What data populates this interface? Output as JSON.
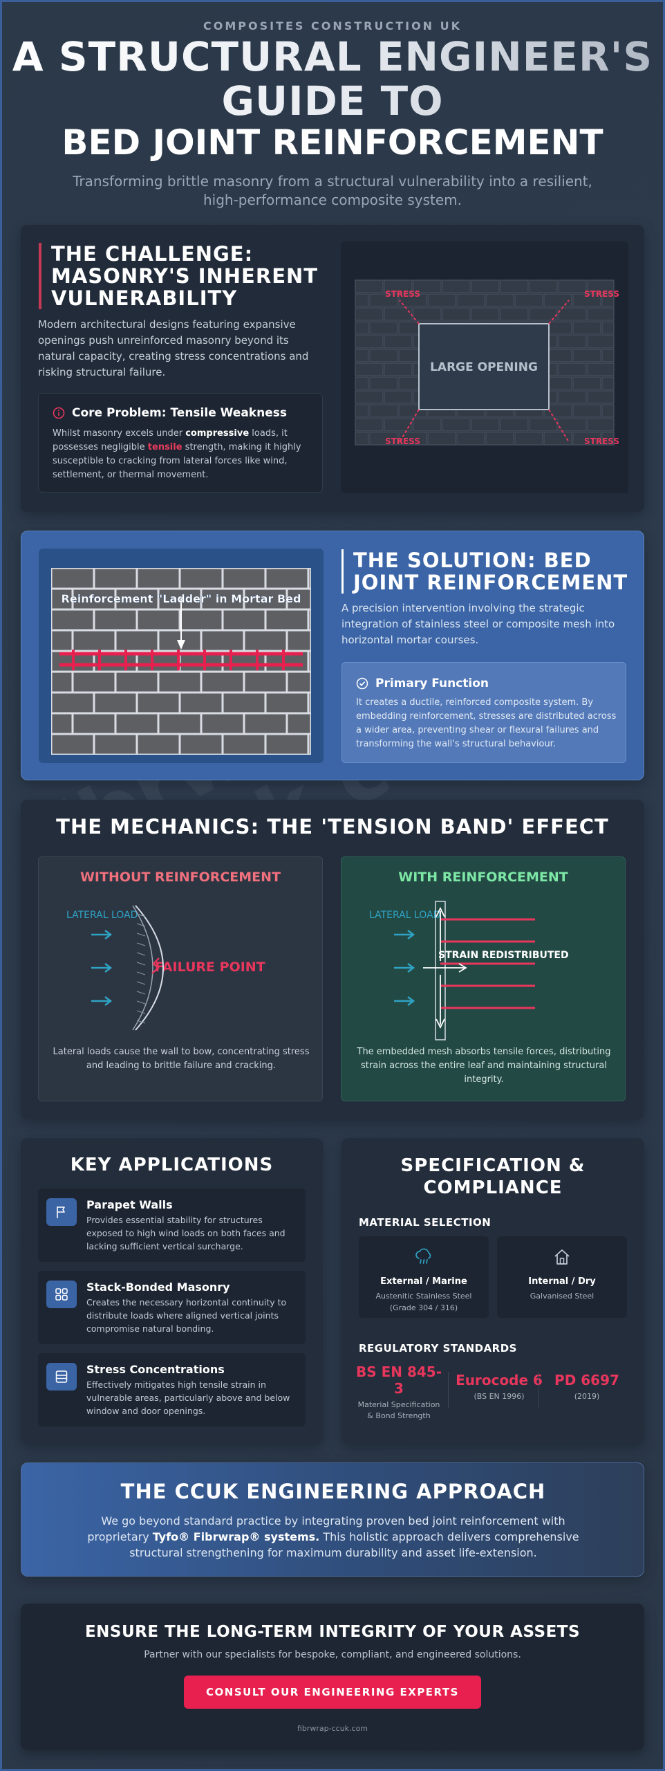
{
  "header": {
    "eyebrow": "COMPOSITES CONSTRUCTION UK",
    "title_line1": "A STRUCTURAL ENGINEER'S",
    "title_line2": "GUIDE TO",
    "title_line3": "BED JOINT REINFORCEMENT",
    "subtitle": "Transforming brittle masonry from a structural vulnerability into a resilient, high-performance composite system."
  },
  "watermark": {
    "line1": "fibrwrap-",
    "line2": "ccuk.com"
  },
  "challenge": {
    "title": "THE CHALLENGE: MASONRY'S INHERENT VULNERABILITY",
    "body": "Modern architectural designs featuring expansive openings push unreinforced masonry beyond its natural capacity, creating stress concentrations and risking structural failure.",
    "box_title": "Core Problem: Tensile Weakness",
    "box_text_1": "Whilst masonry excels under ",
    "box_bold": "compressive",
    "box_text_2": " loads, it possesses negligible ",
    "box_red": "tensile",
    "box_text_3": " strength, making it highly susceptible to cracking from lateral forces like wind, settlement, or thermal movement.",
    "visual": {
      "opening_label": "LARGE OPENING",
      "stress_label": "STRESS"
    }
  },
  "solution": {
    "title": "THE SOLUTION: BED JOINT REINFORCEMENT",
    "body": "A precision intervention involving the strategic integration of stainless steel or composite mesh into horizontal mortar courses.",
    "box_title": "Primary Function",
    "box_body": "It creates a ductile, reinforced composite system. By embedding reinforcement, stresses are distributed across a wider area, preventing shear or flexural failures and transforming the wall's structural behaviour.",
    "visual_label": "Reinforcement \"Ladder\" in Mortar Bed"
  },
  "mechanics": {
    "title": "THE MECHANICS: THE 'TENSION BAND' EFFECT",
    "without": {
      "heading": "WITHOUT REINFORCEMENT",
      "load_label": "LATERAL LOAD",
      "failure_label": "FAILURE POINT",
      "caption": "Lateral loads cause the wall to bow, concentrating stress and leading to brittle failure and cracking."
    },
    "with": {
      "heading": "WITH REINFORCEMENT",
      "load_label": "LATERAL LOAD",
      "strain_label": "STRAIN REDISTRIBUTED",
      "caption": "The embedded mesh absorbs tensile forces, distributing strain across the entire leaf and maintaining structural integrity."
    }
  },
  "applications": {
    "title": "KEY APPLICATIONS",
    "items": [
      {
        "name": "Parapet Walls",
        "desc": "Provides essential stability for structures exposed to high wind loads on both faces and lacking sufficient vertical surcharge.",
        "icon": "flag-icon"
      },
      {
        "name": "Stack-Bonded Masonry",
        "desc": "Creates the necessary horizontal continuity to distribute loads where aligned vertical joints compromise natural bonding.",
        "icon": "grid-icon"
      },
      {
        "name": "Stress Concentrations",
        "desc": "Effectively mitigates high tensile strain in vulnerable areas, particularly above and below window and door openings.",
        "icon": "panel-icon"
      }
    ]
  },
  "specification": {
    "title": "SPECIFICATION & COMPLIANCE",
    "material_heading": "MATERIAL SELECTION",
    "materials": [
      {
        "name": "External / Marine",
        "desc_line1": "Austenitic Stainless Steel",
        "desc_line2": "(Grade 304 / 316)",
        "icon": "cloud-rain-icon"
      },
      {
        "name": "Internal / Dry",
        "desc_line1": "Galvanised Steel",
        "desc_line2": "",
        "icon": "home-icon"
      }
    ],
    "standards_heading": "REGULATORY STANDARDS",
    "standards": [
      {
        "code": "BS EN 845-3",
        "desc": "Material Specification & Bond Strength"
      },
      {
        "code": "Eurocode 6",
        "desc": "(BS EN 1996)"
      },
      {
        "code": "PD 6697",
        "desc": "(2019)"
      }
    ]
  },
  "approach": {
    "title": "THE CCUK ENGINEERING APPROACH",
    "text_1": "We go beyond standard practice by integrating proven bed joint reinforcement with proprietary ",
    "bold": "Tyfo® Fibrwrap® systems.",
    "text_2": " This holistic approach delivers comprehensive structural strengthening for maximum durability and asset life-extension."
  },
  "cta": {
    "title": "ENSURE THE LONG-TERM INTEGRITY OF YOUR ASSETS",
    "subtitle": "Partner with our specialists for bespoke, compliant, and engineered solutions.",
    "button": "CONSULT OUR ENGINEERING EXPERTS",
    "footer": "fibrwrap-ccuk.com"
  },
  "colors": {
    "accent_red": "#e8204f",
    "accent_blue": "#3b65a6",
    "success_green": "#7de8a6",
    "warning_red": "#f0707d",
    "load_cyan": "#2fa3c4"
  }
}
